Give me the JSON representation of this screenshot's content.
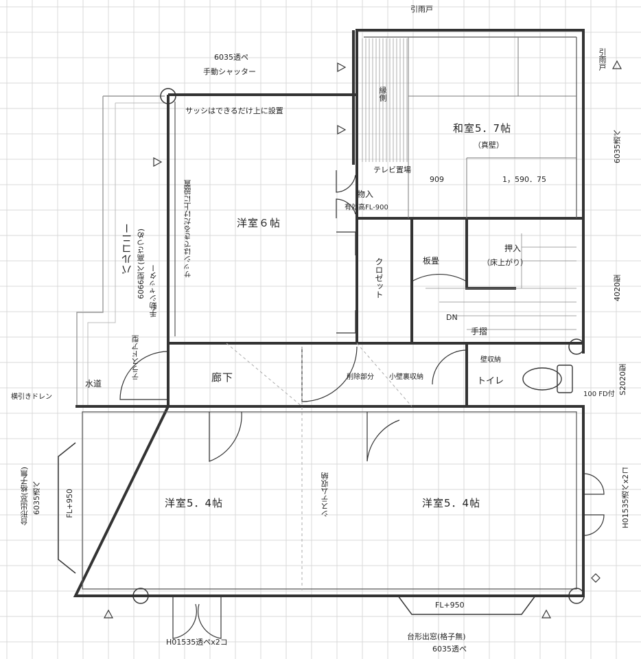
{
  "rooms": {
    "washitsu": "和室5．7帖",
    "washitsu_sub": "（真壁）",
    "youshitsu6": "洋室６帖",
    "youshitsu54_left": "洋室5．4帖",
    "youshitsu54_right": "洋室5．4帖",
    "rouka": "廊下",
    "toilet": "トイレ",
    "monoire": "物入",
    "oshiire": "押入",
    "oshiire_sub": "（床上がり）",
    "closet": "クロゼット",
    "balcony": "バルコニー",
    "engawa": "縁側",
    "itajiki": "板畳"
  },
  "notes": {
    "hikiamado_top": "引雨戸",
    "hikiamado_right": "引雨戸",
    "shutter_top_size": "6035透ペ",
    "shutter_top_label": "手動シャッター",
    "sash_top": "サッシはできるだけ上に設置",
    "sash_left": "サッシはできるだけ上に設置",
    "balcony_window": "6066型ペ(高さつめ)",
    "balcony_shutter": "手動シャッター",
    "tv_support": "テレビ置場",
    "monoire_note": "有効高FL-900",
    "dim_909": "909",
    "dim_1590": "1，590．75",
    "right_6035": "6035透ペ",
    "right_4020": "4020型",
    "right_s2020": "S2020型",
    "dn": "DN",
    "tesuri": "手摺",
    "kabe_shuno": "壁収納",
    "shoubu": "削除部分",
    "kokabe_shuno": "小壁裏収納",
    "fd": "100 FD付",
    "terrace_door": "テラスドア型",
    "suido": "水道",
    "drain": "横引きドレン",
    "system_shuno": "システム収納",
    "left_dashi": "台形出窓(格子無)",
    "left_6035": "6035透ペ",
    "left_fl": "FL+950",
    "bottom_fl": "FL+950",
    "bottom_dashi": "台形出窓(格子無)",
    "bottom_6035": "6035透ペ",
    "bottom_h01535": "H01535透ペx2コ",
    "right_h01535": "H01535透ペx2コ"
  }
}
